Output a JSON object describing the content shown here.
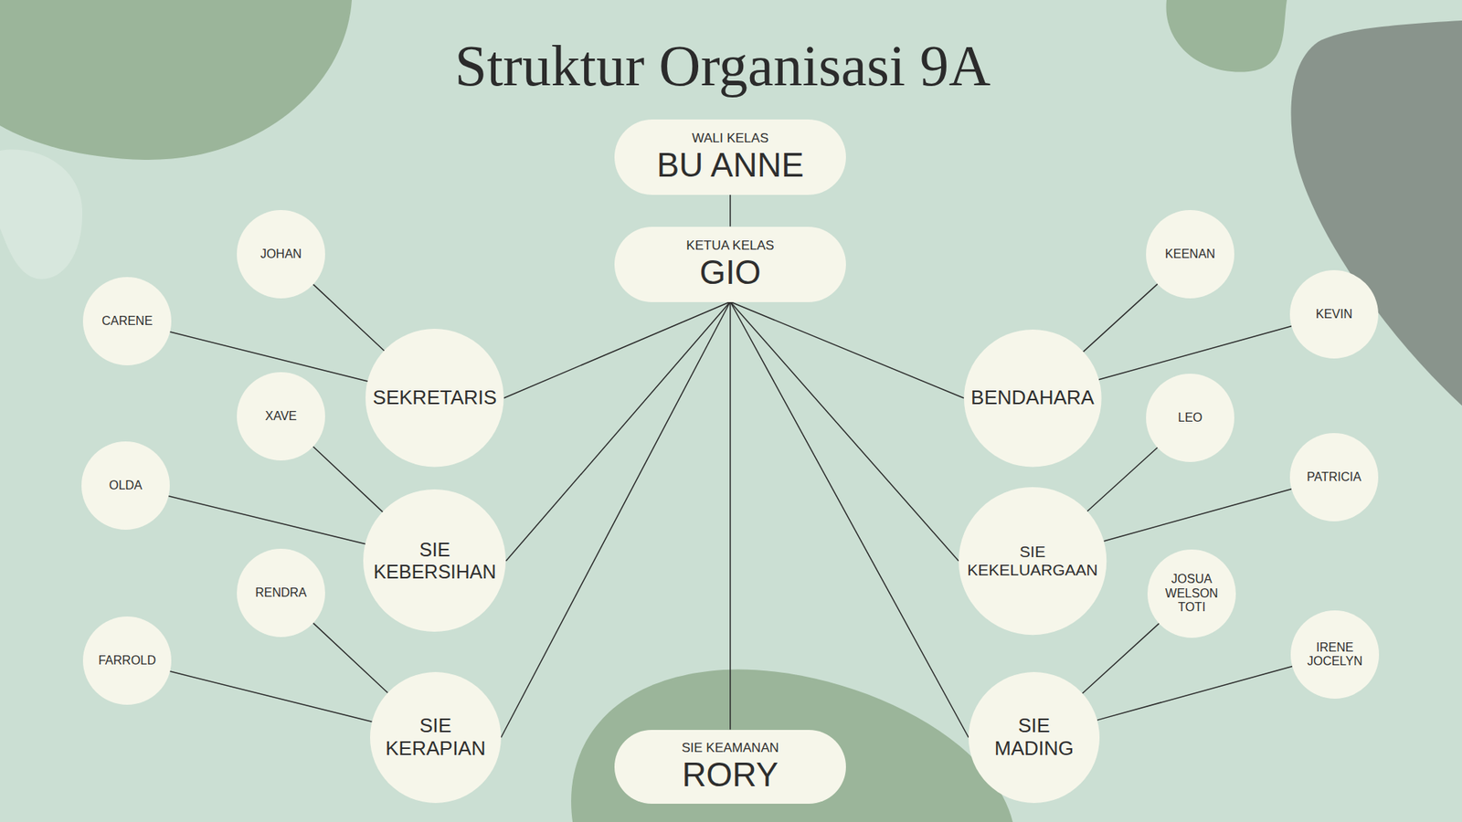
{
  "diagram": {
    "title": "Struktur Organisasi 9A",
    "nodes": [
      {
        "text": [
          "WALI KELAS",
          "BU ANNE"
        ]
      },
      {
        "text": [
          "KETUA KELAS",
          "GIO"
        ]
      },
      {
        "text": [
          "JOHAN"
        ]
      },
      {
        "text": [
          "CARENE"
        ]
      },
      {
        "text": [
          "SEKRETARIS"
        ]
      },
      {
        "text": [
          "XAVE"
        ]
      },
      {
        "text": [
          "OLDA"
        ]
      },
      {
        "text": [
          "SIE KEBERSIHAN"
        ]
      },
      {
        "text": [
          "RENDRA"
        ]
      },
      {
        "text": [
          "FARROLD"
        ]
      },
      {
        "text": [
          "SIE KERAPIAN"
        ]
      },
      {
        "text": [
          "SIE KEAMANAN",
          "RORY"
        ]
      },
      {
        "text": [
          "KEENAN"
        ]
      },
      {
        "text": [
          "KEVIN"
        ]
      },
      {
        "text": [
          "BENDAHARA"
        ]
      },
      {
        "text": [
          "LEO"
        ]
      },
      {
        "text": [
          "PATRICIA"
        ]
      },
      {
        "text": [
          "SIE KEKELUARGAAN"
        ]
      },
      {
        "text": [
          "JOSUA WELSON TOTI"
        ]
      },
      {
        "text": [
          "IRENE JOCELYN"
        ]
      },
      {
        "text": [
          "SIE MADING"
        ]
      }
    ],
    "edges": [
      {
        "from": 0,
        "to": 1,
        "arrow": "none"
      },
      {
        "from": 1,
        "to": 4,
        "arrow": "none"
      },
      {
        "from": 1,
        "to": 7,
        "arrow": "none"
      },
      {
        "from": 1,
        "to": 10,
        "arrow": "none"
      },
      {
        "from": 1,
        "to": 11,
        "arrow": "none"
      },
      {
        "from": 1,
        "to": 14,
        "arrow": "none"
      },
      {
        "from": 1,
        "to": 17,
        "arrow": "none"
      },
      {
        "from": 1,
        "to": 20,
        "arrow": "none"
      },
      {
        "from": 4,
        "to": 2,
        "arrow": "none"
      },
      {
        "from": 4,
        "to": 3,
        "arrow": "none"
      },
      {
        "from": 7,
        "to": 5,
        "arrow": "none"
      },
      {
        "from": 7,
        "to": 6,
        "arrow": "none"
      },
      {
        "from": 10,
        "to": 8,
        "arrow": "none"
      },
      {
        "from": 10,
        "to": 9,
        "arrow": "none"
      },
      {
        "from": 14,
        "to": 12,
        "arrow": "none"
      },
      {
        "from": 14,
        "to": 13,
        "arrow": "none"
      },
      {
        "from": 17,
        "to": 15,
        "arrow": "none"
      },
      {
        "from": 17,
        "to": 16,
        "arrow": "none"
      },
      {
        "from": 20,
        "to": 18,
        "arrow": "none"
      },
      {
        "from": 20,
        "to": 19,
        "arrow": "none"
      }
    ]
  }
}
